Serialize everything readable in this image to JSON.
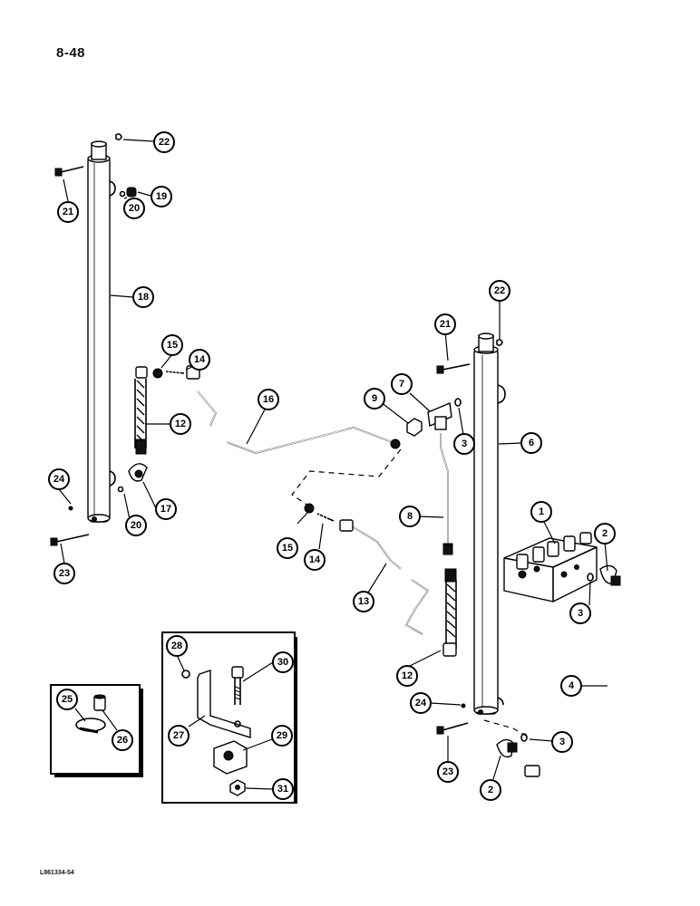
{
  "page": {
    "number": "8-48",
    "drawing_code": "L861334-54"
  },
  "callouts": [
    {
      "id": "c22a",
      "label": "22"
    },
    {
      "id": "c21a",
      "label": "21"
    },
    {
      "id": "c20a",
      "label": "20"
    },
    {
      "id": "c19",
      "label": "19"
    },
    {
      "id": "c18",
      "label": "18"
    },
    {
      "id": "c15a",
      "label": "15"
    },
    {
      "id": "c14a",
      "label": "14"
    },
    {
      "id": "c12a",
      "label": "12"
    },
    {
      "id": "c16",
      "label": "16"
    },
    {
      "id": "c24a",
      "label": "24"
    },
    {
      "id": "c20b",
      "label": "20"
    },
    {
      "id": "c17",
      "label": "17"
    },
    {
      "id": "c23a",
      "label": "23"
    },
    {
      "id": "c22b",
      "label": "22"
    },
    {
      "id": "c21b",
      "label": "21"
    },
    {
      "id": "c7",
      "label": "7"
    },
    {
      "id": "c9",
      "label": "9"
    },
    {
      "id": "c3a",
      "label": "3"
    },
    {
      "id": "c6",
      "label": "6"
    },
    {
      "id": "c15b",
      "label": "15"
    },
    {
      "id": "c14b",
      "label": "14"
    },
    {
      "id": "c8",
      "label": "8"
    },
    {
      "id": "c1",
      "label": "1"
    },
    {
      "id": "c2a",
      "label": "2"
    },
    {
      "id": "c3b",
      "label": "3"
    },
    {
      "id": "c13",
      "label": "13"
    },
    {
      "id": "c12b",
      "label": "12"
    },
    {
      "id": "c4",
      "label": "4"
    },
    {
      "id": "c24b",
      "label": "24"
    },
    {
      "id": "c3c",
      "label": "3"
    },
    {
      "id": "c23b",
      "label": "23"
    },
    {
      "id": "c2b",
      "label": "2"
    },
    {
      "id": "c28",
      "label": "28"
    },
    {
      "id": "c30",
      "label": "30"
    },
    {
      "id": "c27",
      "label": "27"
    },
    {
      "id": "c29",
      "label": "29"
    },
    {
      "id": "c31",
      "label": "31"
    },
    {
      "id": "c25",
      "label": "25"
    },
    {
      "id": "c26",
      "label": "26"
    }
  ]
}
